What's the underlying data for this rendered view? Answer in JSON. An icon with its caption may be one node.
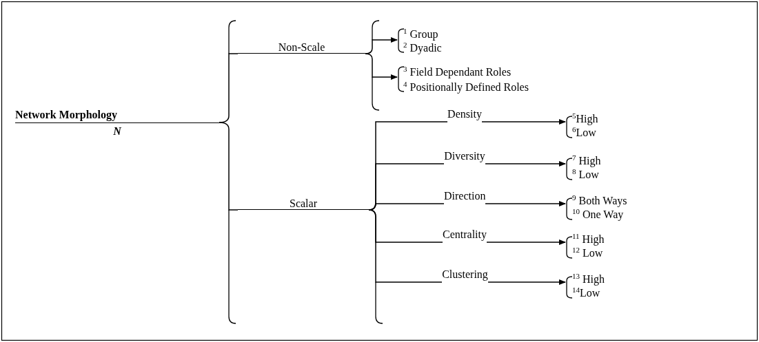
{
  "diagram": {
    "nodes": [
      {
        "text": [
          "Network Morphology",
          "N"
        ]
      },
      {
        "text": [
          "Non-Scale"
        ]
      },
      {
        "text": [
          "$^{1}$ Group"
        ]
      },
      {
        "text": [
          "$^{2}$ Dyadic"
        ]
      },
      {
        "text": [
          "$^{3}$ Field Dependant Roles"
        ]
      },
      {
        "text": [
          "$^{4}$ Positionally Defined Roles"
        ]
      },
      {
        "text": [
          "Scalar"
        ]
      },
      {
        "text": [
          "Density"
        ]
      },
      {
        "text": [
          "$^{5}$High"
        ]
      },
      {
        "text": [
          "$^{6}$Low"
        ]
      },
      {
        "text": [
          "Diversity"
        ]
      },
      {
        "text": [
          "$^{7}$ High"
        ]
      },
      {
        "text": [
          "$^{8}$ Low"
        ]
      },
      {
        "text": [
          "Direction"
        ]
      },
      {
        "text": [
          "$^{9}$ Both Ways"
        ]
      },
      {
        "text": [
          "$^{10}$ One Way"
        ]
      },
      {
        "text": [
          "Centrality"
        ]
      },
      {
        "text": [
          "$^{11}$ High"
        ]
      },
      {
        "text": [
          "$^{12}$ Low"
        ]
      },
      {
        "text": [
          "Clustering"
        ]
      },
      {
        "text": [
          "$^{13}$ High"
        ]
      },
      {
        "text": [
          "$^{14}$Low"
        ]
      }
    ],
    "edges": [
      {
        "from": 0,
        "to": 1,
        "arrow": "none"
      },
      {
        "from": 0,
        "to": 6,
        "arrow": "none"
      },
      {
        "from": 1,
        "to": 2,
        "arrow": "to"
      },
      {
        "from": 1,
        "to": 3,
        "arrow": "to"
      },
      {
        "from": 1,
        "to": 4,
        "arrow": "to"
      },
      {
        "from": 1,
        "to": 5,
        "arrow": "to"
      },
      {
        "from": 6,
        "to": 7,
        "arrow": "none"
      },
      {
        "from": 6,
        "to": 10,
        "arrow": "none"
      },
      {
        "from": 6,
        "to": 13,
        "arrow": "none"
      },
      {
        "from": 6,
        "to": 16,
        "arrow": "none"
      },
      {
        "from": 6,
        "to": 19,
        "arrow": "none"
      },
      {
        "from": 7,
        "to": 8,
        "arrow": "to"
      },
      {
        "from": 7,
        "to": 9,
        "arrow": "to"
      },
      {
        "from": 10,
        "to": 11,
        "arrow": "to"
      },
      {
        "from": 10,
        "to": 12,
        "arrow": "to"
      },
      {
        "from": 13,
        "to": 14,
        "arrow": "to"
      },
      {
        "from": 13,
        "to": 15,
        "arrow": "to"
      },
      {
        "from": 16,
        "to": 17,
        "arrow": "to"
      },
      {
        "from": 16,
        "to": 18,
        "arrow": "to"
      },
      {
        "from": 19,
        "to": 20,
        "arrow": "to"
      },
      {
        "from": 19,
        "to": 21,
        "arrow": "to"
      }
    ]
  }
}
